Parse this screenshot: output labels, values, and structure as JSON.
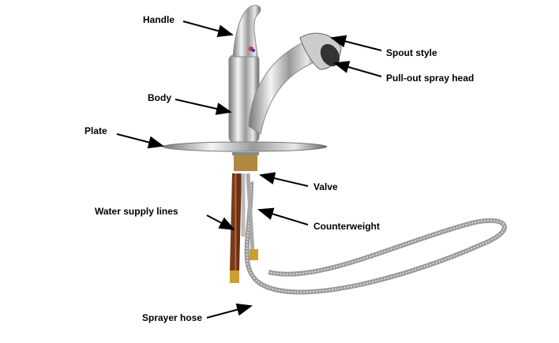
{
  "labels": {
    "handle": "Handle",
    "spout_style": "Spout style",
    "spray_head": "Pull-out spray head",
    "body": "Body",
    "plate": "Plate",
    "valve": "Valve",
    "water_supply": "Water supply lines",
    "counterweight": "Counterweight",
    "sprayer_hose": "Sprayer hose"
  }
}
